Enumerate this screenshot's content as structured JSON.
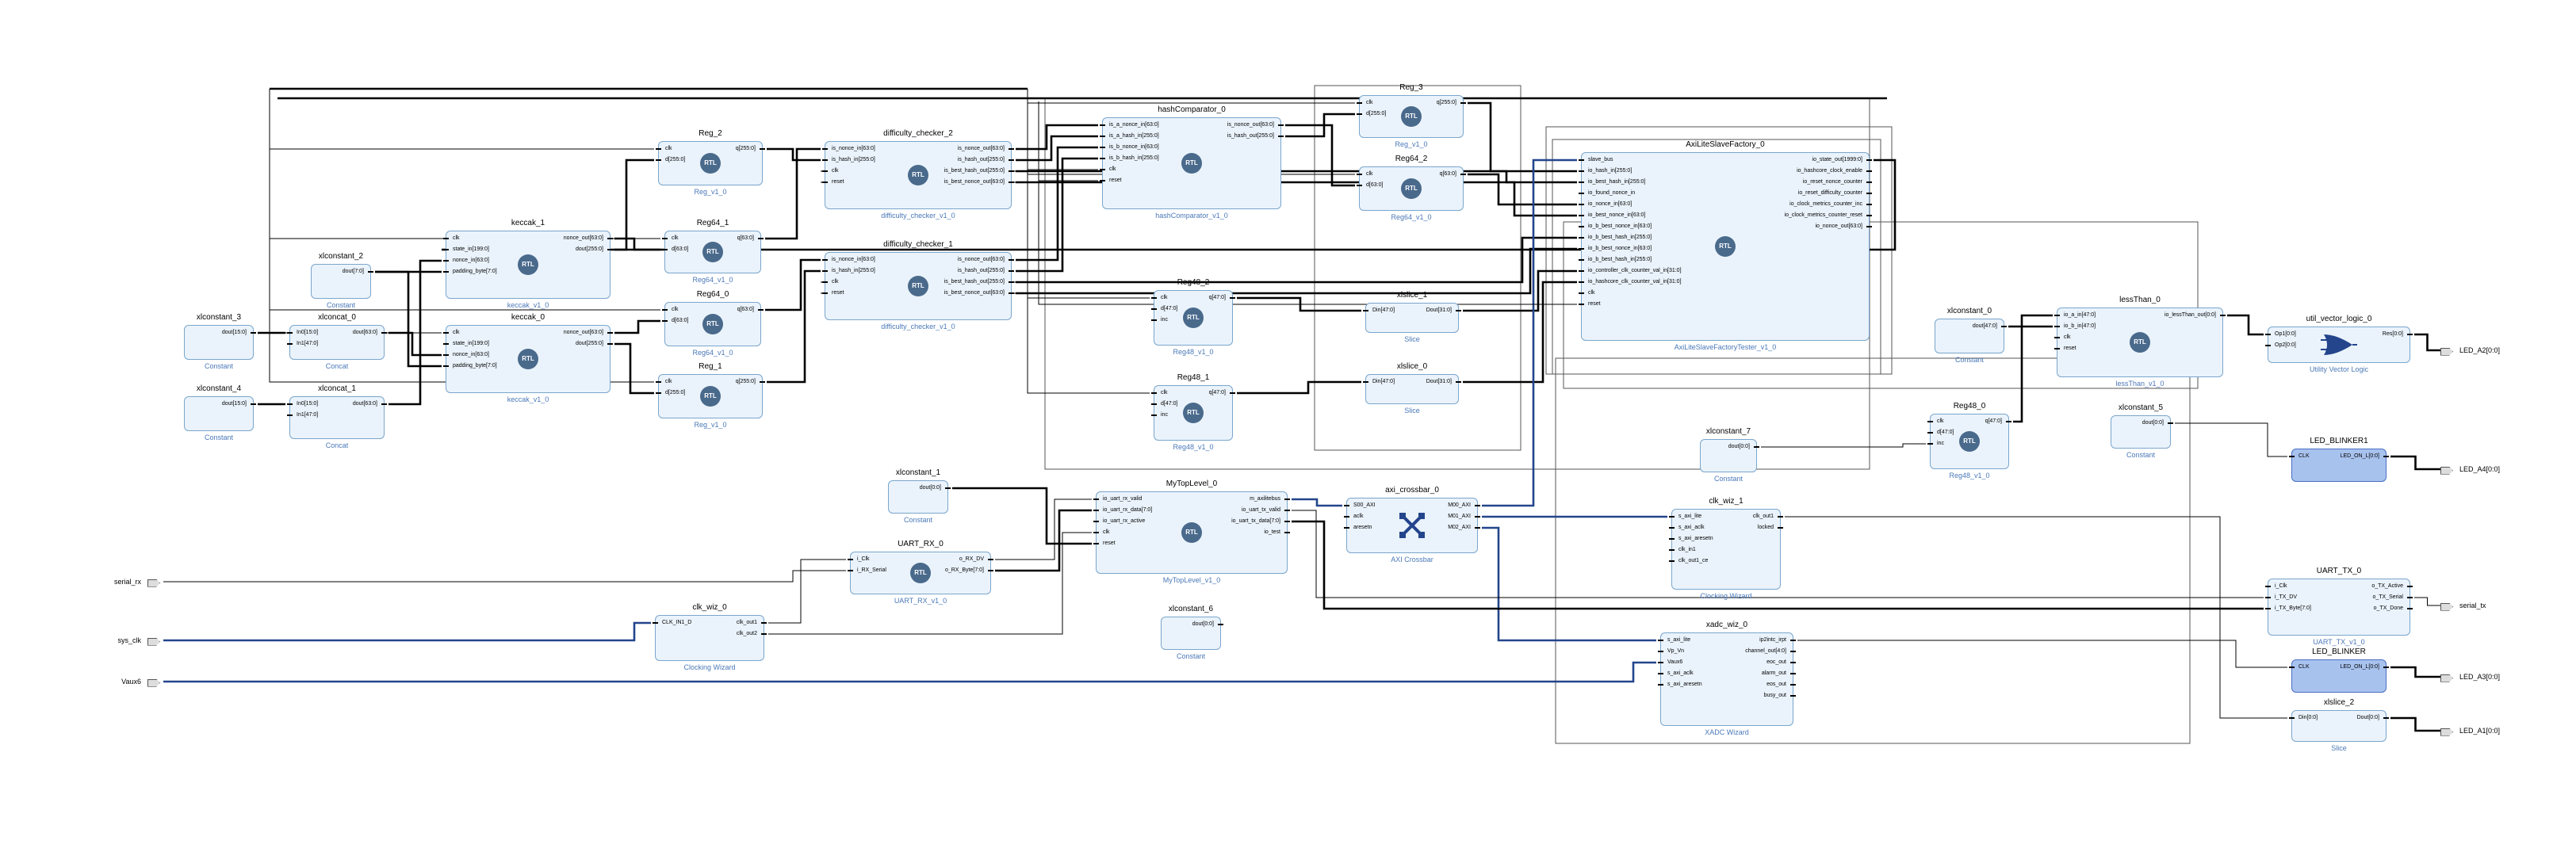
{
  "colors": {
    "block_fill": "#eaf3fb",
    "block_border": "#7aa6cc",
    "highlight_fill": "#a8c2ee",
    "subtitle": "#4a78b8",
    "bus_wire": "#24458c"
  },
  "core_label": "RTL",
  "ports": {
    "inputs": [
      "serial_rx",
      "sys_clk",
      "Vaux6"
    ],
    "outputs": [
      "LED_A2[0:0]",
      "LED_A4[0:0]",
      "serial_tx",
      "LED_A3[0:0]",
      "LED_A1[0:0]"
    ]
  },
  "blocks": {
    "xlconstant_3": {
      "title": "xlconstant_3",
      "subtitle": "Constant",
      "pins_out": [
        "dout[15:0]"
      ]
    },
    "xlconstant_4": {
      "title": "xlconstant_4",
      "subtitle": "Constant",
      "pins_out": [
        "dout[15:0]"
      ]
    },
    "xlconcat_0": {
      "title": "xlconcat_0",
      "subtitle": "Concat",
      "pins_in": [
        "In0[15:0]",
        "In1[47:0]"
      ],
      "pins_out": [
        "dout[63:0]"
      ]
    },
    "xlconcat_1": {
      "title": "xlconcat_1",
      "subtitle": "Concat",
      "pins_in": [
        "In0[15:0]",
        "In1[47:0]"
      ],
      "pins_out": [
        "dout[63:0]"
      ]
    },
    "xlconstant_2": {
      "title": "xlconstant_2",
      "subtitle": "Constant",
      "pins_out": [
        "dout[7:0]"
      ]
    },
    "keccak_1": {
      "title": "keccak_1",
      "subtitle": "keccak_v1_0",
      "pins_in": [
        "clk",
        "state_in[199:0]",
        "nonce_in[63:0]",
        "padding_byte[7:0]"
      ],
      "pins_out": [
        "nonce_out[63:0]",
        "dout[255:0]"
      ]
    },
    "keccak_0": {
      "title": "keccak_0",
      "subtitle": "keccak_v1_0",
      "pins_in": [
        "clk",
        "state_in[199:0]",
        "nonce_in[63:0]",
        "padding_byte[7:0]"
      ],
      "pins_out": [
        "nonce_out[63:0]",
        "dout[255:0]"
      ]
    },
    "Reg_2": {
      "title": "Reg_2",
      "subtitle": "Reg_v1_0",
      "pins_in": [
        "clk",
        "d[255:0]"
      ],
      "pins_out": [
        "q[255:0]"
      ]
    },
    "Reg64_1": {
      "title": "Reg64_1",
      "subtitle": "Reg64_v1_0",
      "pins_in": [
        "clk",
        "d[63:0]"
      ],
      "pins_out": [
        "q[63:0]"
      ]
    },
    "Reg64_0": {
      "title": "Reg64_0",
      "subtitle": "Reg64_v1_0",
      "pins_in": [
        "clk",
        "d[63:0]"
      ],
      "pins_out": [
        "q[63:0]"
      ]
    },
    "Reg_1": {
      "title": "Reg_1",
      "subtitle": "Reg_v1_0",
      "pins_in": [
        "clk",
        "d[255:0]"
      ],
      "pins_out": [
        "q[255:0]"
      ]
    },
    "difficulty_checker_2": {
      "title": "difficulty_checker_2",
      "subtitle": "difficulty_checker_v1_0",
      "pins_in": [
        "is_nonce_in[63:0]",
        "is_hash_in[255:0]",
        "clk",
        "reset"
      ],
      "pins_out": [
        "is_nonce_out[63:0]",
        "is_hash_out[255:0]",
        "is_best_hash_out[255:0]",
        "is_best_nonce_out[63:0]"
      ]
    },
    "difficulty_checker_1": {
      "title": "difficulty_checker_1",
      "subtitle": "difficulty_checker_v1_0",
      "pins_in": [
        "is_nonce_in[63:0]",
        "is_hash_in[255:0]",
        "clk",
        "reset"
      ],
      "pins_out": [
        "is_nonce_out[63:0]",
        "is_hash_out[255:0]",
        "is_best_hash_out[255:0]",
        "is_best_nonce_out[63:0]"
      ]
    },
    "hashComparator_0": {
      "title": "hashComparator_0",
      "subtitle": "hashComparator_v1_0",
      "pins_in": [
        "is_a_nonce_in[63:0]",
        "is_a_hash_in[255:0]",
        "is_b_nonce_in[63:0]",
        "is_b_hash_in[255:0]",
        "clk",
        "reset"
      ],
      "pins_out": [
        "is_nonce_out[63:0]",
        "is_hash_out[255:0]"
      ]
    },
    "Reg48_2": {
      "title": "Reg48_2",
      "subtitle": "Reg48_v1_0",
      "pins_in": [
        "clk",
        "d[47:0]",
        "inc"
      ],
      "pins_out": [
        "q[47:0]"
      ]
    },
    "Reg48_1": {
      "title": "Reg48_1",
      "subtitle": "Reg48_v1_0",
      "pins_in": [
        "clk",
        "d[47:0]",
        "inc"
      ],
      "pins_out": [
        "q[47:0]"
      ]
    },
    "Reg_3": {
      "title": "Reg_3",
      "subtitle": "Reg_v1_0",
      "pins_in": [
        "clk",
        "d[255:0]"
      ],
      "pins_out": [
        "q[255:0]"
      ]
    },
    "Reg64_2": {
      "title": "Reg64_2",
      "subtitle": "Reg64_v1_0",
      "pins_in": [
        "clk",
        "d[63:0]"
      ],
      "pins_out": [
        "q[63:0]"
      ]
    },
    "xlslice_1": {
      "title": "xlslice_1",
      "subtitle": "Slice",
      "pins_in": [
        "Din[47:0]"
      ],
      "pins_out": [
        "Dout[31:0]"
      ]
    },
    "xlslice_0": {
      "title": "xlslice_0",
      "subtitle": "Slice",
      "pins_in": [
        "Din[47:0]"
      ],
      "pins_out": [
        "Dout[31:0]"
      ]
    },
    "AxiLiteSlaveFactory_0": {
      "title": "AxiLiteSlaveFactory_0",
      "subtitle": "AxiLiteSlaveFactoryTester_v1_0",
      "pins_in": [
        "slave_bus",
        "io_hash_in[255:0]",
        "io_best_hash_in[255:0]",
        "io_found_nonce_in",
        "io_nonce_in[63:0]",
        "io_best_nonce_in[63:0]",
        "io_b_best_nonce_in[63:0]",
        "io_b_best_hash_in[255:0]",
        "io_b_best_nonce_in[63:0]",
        "io_b_best_hash_in[255:0]",
        "io_controller_clk_counter_val_in[31:0]",
        "io_hashcore_clk_counter_val_in[31:0]",
        "clk",
        "reset"
      ],
      "pins_out": [
        "io_state_out[1999:0]",
        "io_hashcore_clock_enable",
        "io_reset_nonce_counter",
        "io_reset_difficulty_counter",
        "io_clock_metrics_counter_inc",
        "io_clock_metrics_counter_reset",
        "io_nonce_out[63:0]"
      ]
    },
    "xlconstant_0": {
      "title": "xlconstant_0",
      "subtitle": "Constant",
      "pins_out": [
        "dout[47:0]"
      ]
    },
    "lessThan_0": {
      "title": "lessThan_0",
      "subtitle": "lessThan_v1_0",
      "pins_in": [
        "io_a_in[47:0]",
        "io_b_in[47:0]",
        "clk",
        "reset"
      ],
      "pins_out": [
        "io_lessThan_out[0:0]"
      ]
    },
    "util_vector_logic_0": {
      "title": "util_vector_logic_0",
      "subtitle": "Utility Vector Logic",
      "pins_in": [
        "Op1[0:0]",
        "Op2[0:0]"
      ],
      "pins_out": [
        "Res[0:0]"
      ]
    },
    "xlconstant_7": {
      "title": "xlconstant_7",
      "subtitle": "Constant",
      "pins_out": [
        "dout[0:0]"
      ]
    },
    "Reg48_0": {
      "title": "Reg48_0",
      "subtitle": "Reg48_v1_0",
      "pins_in": [
        "clk",
        "d[47:0]",
        "inc"
      ],
      "pins_out": [
        "q[47:0]"
      ]
    },
    "xlconstant_5": {
      "title": "xlconstant_5",
      "subtitle": "Constant",
      "pins_out": [
        "dout[0:0]"
      ]
    },
    "LED_BLINKER1": {
      "title": "LED_BLINKER1",
      "subtitle": "",
      "pins_in": [
        "CLK"
      ],
      "pins_out": [
        "LED_ON_L[0:0]"
      ]
    },
    "xlconstant_1": {
      "title": "xlconstant_1",
      "subtitle": "Constant",
      "pins_out": [
        "dout[0:0]"
      ]
    },
    "MyTopLevel_0": {
      "title": "MyTopLevel_0",
      "subtitle": "MyTopLevel_v1_0",
      "pins_in": [
        "io_uart_rx_valid",
        "io_uart_rx_data[7:0]",
        "io_uart_rx_active",
        "clk",
        "reset"
      ],
      "pins_out": [
        "m_axilitebus",
        "io_uart_tx_valid",
        "io_uart_tx_data[7:0]",
        "io_test"
      ]
    },
    "axi_crossbar_0": {
      "title": "axi_crossbar_0",
      "subtitle": "AXI Crossbar",
      "pins_in": [
        "S00_AXI",
        "aclk",
        "aresetn"
      ],
      "pins_out": [
        "M00_AXI",
        "M01_AXI",
        "M02_AXI"
      ]
    },
    "UART_RX_0": {
      "title": "UART_RX_0",
      "subtitle": "UART_RX_v1_0",
      "pins_in": [
        "i_Clk",
        "i_RX_Serial"
      ],
      "pins_out": [
        "o_RX_DV",
        "o_RX_Byte[7:0]"
      ]
    },
    "clk_wiz_1": {
      "title": "clk_wiz_1",
      "subtitle": "Clocking Wizard",
      "pins_in": [
        "s_axi_lite",
        "s_axi_aclk",
        "s_axi_aresetn",
        "clk_in1",
        "clk_out1_ce"
      ],
      "pins_out": [
        "clk_out1",
        "locked"
      ]
    },
    "xlconstant_6": {
      "title": "xlconstant_6",
      "subtitle": "Constant",
      "pins_out": [
        "dout[0:0]"
      ]
    },
    "clk_wiz_0": {
      "title": "clk_wiz_0",
      "subtitle": "Clocking Wizard",
      "pins_in": [
        "CLK_IN1_D"
      ],
      "pins_out": [
        "clk_out1",
        "clk_out2"
      ]
    },
    "xadc_wiz_0": {
      "title": "xadc_wiz_0",
      "subtitle": "XADC Wizard",
      "pins_in": [
        "s_axi_lite",
        "Vp_Vn",
        "Vaux6",
        "s_axi_aclk",
        "s_axi_aresetn"
      ],
      "pins_out": [
        "ip2intc_irpt",
        "channel_out[4:0]",
        "eoc_out",
        "alarm_out",
        "eos_out",
        "busy_out"
      ]
    },
    "UART_TX_0": {
      "title": "UART_TX_0",
      "subtitle": "UART_TX_v1_0",
      "pins_in": [
        "i_Clk",
        "i_TX_DV",
        "i_TX_Byte[7:0]"
      ],
      "pins_out": [
        "o_TX_Active",
        "o_TX_Serial",
        "o_TX_Done"
      ]
    },
    "LED_BLINKER": {
      "title": "LED_BLINKER",
      "subtitle": "",
      "pins_in": [
        "CLK"
      ],
      "pins_out": [
        "LED_ON_L[0:0]"
      ]
    },
    "xlslice_2": {
      "title": "xlslice_2",
      "subtitle": "Slice",
      "pins_in": [
        "Din[0:0]"
      ],
      "pins_out": [
        "Dout[0:0]"
      ]
    }
  }
}
